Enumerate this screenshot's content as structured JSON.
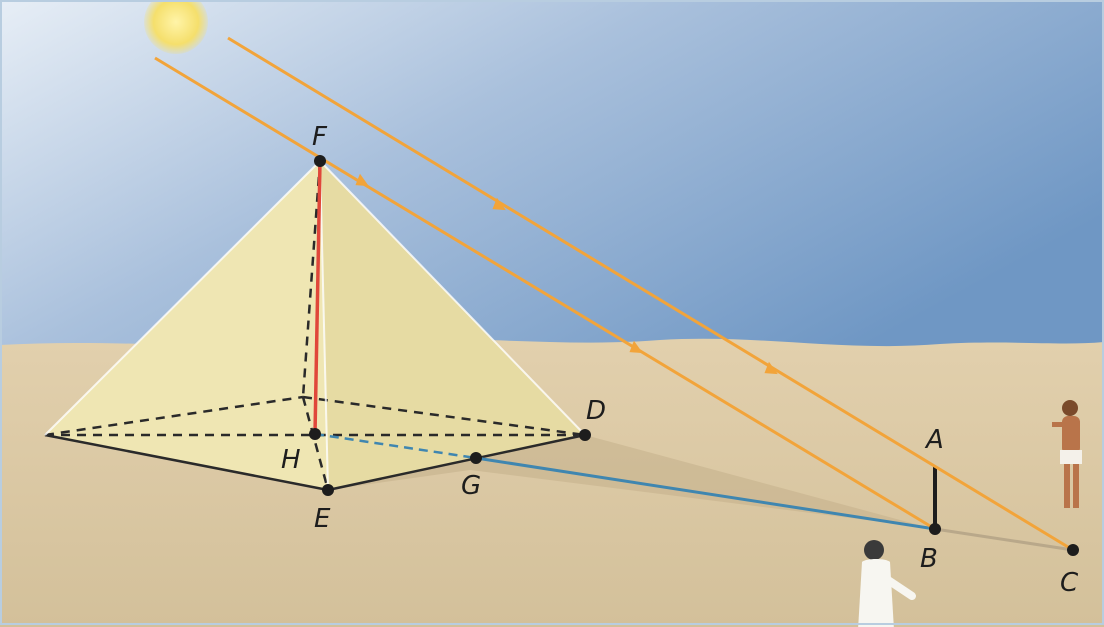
{
  "points": {
    "F": "F",
    "D": "D",
    "H": "H",
    "G": "G",
    "E": "E",
    "A": "A",
    "B": "B",
    "C": "C"
  },
  "colors": {
    "sky_top": "#c9d6e6",
    "sky_bottom": "#7fa3c9",
    "sand": "#d8c6a2",
    "pyramid_face": "#f0e7b4",
    "sun": "#f6e27a",
    "ray": "#f2a43a",
    "height_line": "#e0473a",
    "shadow_line": "#3f86b0",
    "edge": "#2a2a2a"
  },
  "icons": [
    "sun-icon",
    "ray-arrow-icon",
    "person-icon"
  ]
}
